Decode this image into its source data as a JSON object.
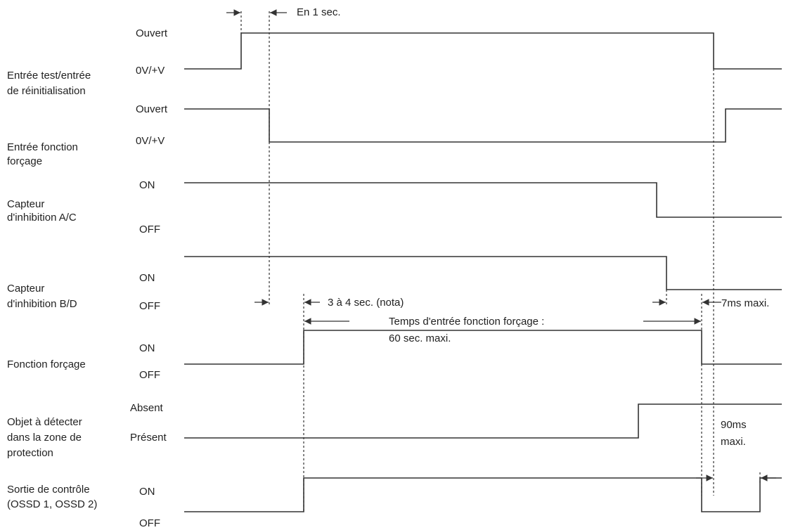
{
  "signals": [
    {
      "name": "Entrée test/entrée de réinitialisation",
      "name_lines": [
        "Entrée test/entrée",
        "de réinitialisation"
      ],
      "high_label": "Ouvert",
      "low_label": "0V/+V"
    },
    {
      "name": "Entrée fonction forçage",
      "name_lines": [
        "Entrée fonction",
        "forçage"
      ],
      "high_label": "Ouvert",
      "low_label": "0V/+V"
    },
    {
      "name": "Capteur d'inhibition A/C",
      "name_lines": [
        "Capteur",
        "d'inhibition A/C"
      ],
      "high_label": "ON",
      "low_label": "OFF"
    },
    {
      "name": "Capteur d'inhibition B/D",
      "name_lines": [
        "Capteur",
        "d'inhibition B/D"
      ],
      "high_label": "ON",
      "low_label": "OFF"
    },
    {
      "name": "Fonction forçage",
      "name_lines": [
        "Fonction forçage"
      ],
      "high_label": "ON",
      "low_label": "OFF"
    },
    {
      "name": "Objet à détecter dans la zone de protection",
      "name_lines": [
        "Objet à détecter",
        "dans la zone de",
        "protection"
      ],
      "high_label": "Absent",
      "low_label": "Présent"
    },
    {
      "name": "Sortie de contrôle (OSSD 1, OSSD 2)",
      "name_lines": [
        "Sortie de contrôle",
        "(OSSD 1, OSSD 2)"
      ],
      "high_label": "ON",
      "low_label": "OFF"
    }
  ],
  "annotations": {
    "within_1s": "En 1 sec.",
    "delay_3_4s": "3 à 4 sec. (nota)",
    "override_time_line1": "Temps d'entrée fonction forçage :",
    "override_time_line2": "60 sec. maxi.",
    "max_7ms": "7ms maxi.",
    "max_90ms_line1": "90ms",
    "max_90ms_line2": "maxi."
  }
}
